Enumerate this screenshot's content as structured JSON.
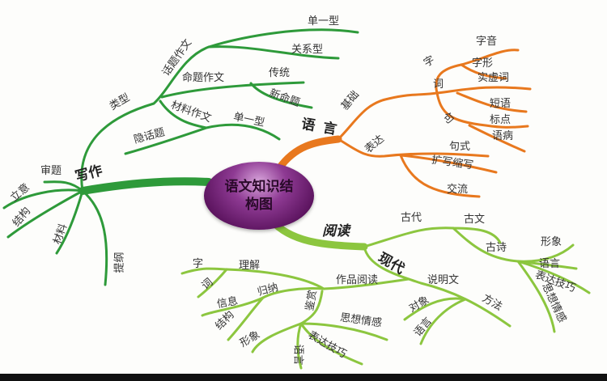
{
  "colors": {
    "writing": "#2e9a3a",
    "language": "#e8781e",
    "reading": "#8cc63f",
    "center": "#6b1a6e"
  },
  "center": {
    "line1": "语文知识结",
    "line2": "构图"
  },
  "writing": {
    "label": "写作",
    "type": "类型",
    "topic": "话题作文",
    "topic_single": "单一型",
    "topic_relation": "关系型",
    "proposition": "命题作文",
    "traditional": "传统",
    "new_proposition": "新命题",
    "material": "材料作文",
    "material_single": "单一型",
    "hidden_topic": "隐话题",
    "examine": "审题",
    "intent": "立意",
    "structure": "结构",
    "materials": "材料",
    "outline": "提纲"
  },
  "language": {
    "label": "语言",
    "basics": "基础",
    "zi": "字",
    "pronunciation": "字音",
    "form": "字形",
    "ci": "词",
    "word_types": "实虚词",
    "phrase": "短语",
    "ju": "句",
    "punctuation": "标点",
    "errors": "语病",
    "expression": "表达",
    "sentence_pattern": "句式",
    "expand_condense": "扩写缩写",
    "communication": "交流"
  },
  "reading": {
    "label": "阅读",
    "ancient": "古代",
    "classical_prose": "古文",
    "classical_poetry": "古诗",
    "poetry_image": "形象",
    "poetry_language": "语言",
    "poetry_technique": "表达技巧",
    "poetry_emotion": "思想情感",
    "modern": "现代",
    "expository": "说明文",
    "method": "方法",
    "object": "对象",
    "exp_language": "语言",
    "works": "作品阅读",
    "understand": "理解",
    "zi": "字",
    "ci": "词",
    "summarize": "归纳",
    "info": "信息",
    "structure": "结构",
    "appreciate": "鉴赏",
    "emotion": "思想情感",
    "technique": "表达技巧",
    "image": "形象",
    "language": "语言"
  }
}
